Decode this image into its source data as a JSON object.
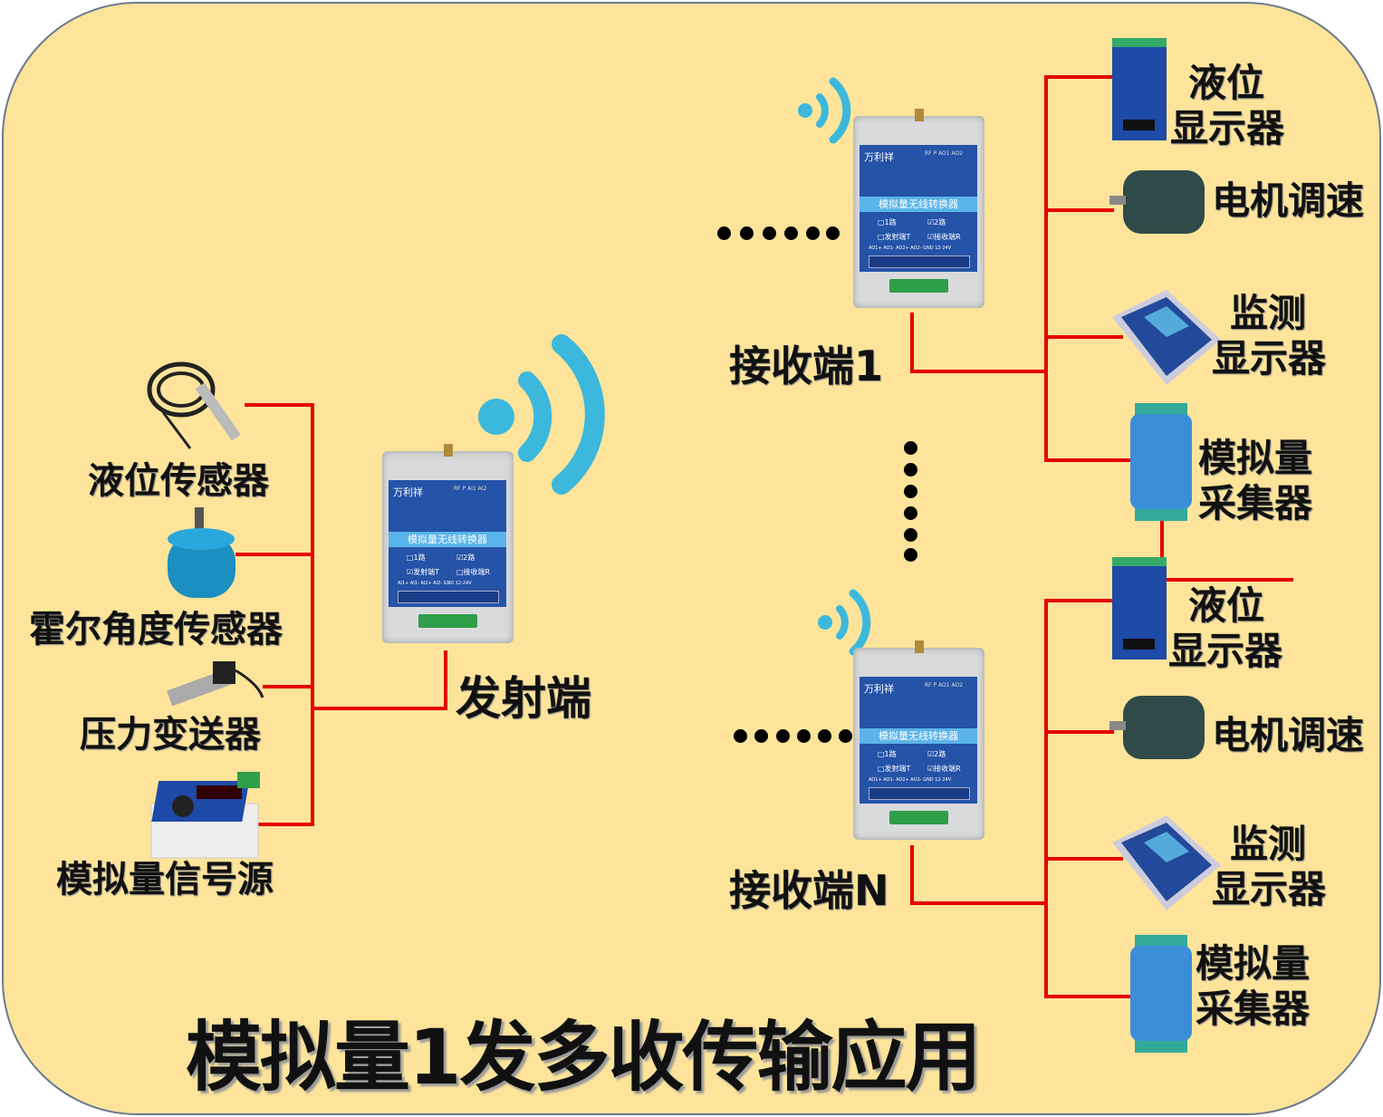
{
  "title": "模拟量1发多收传输应用",
  "transmitter": {
    "label": "发射端",
    "device": {
      "brand": "万利祥",
      "model": "模拟量无线转换器",
      "ch1": "□1路",
      "ch2": "☑2路",
      "tx": "☑发射端T",
      "rx": "□接收端R",
      "leds": "RF  P  AI1  AI2",
      "terminals": "AI1+ AI1- AI2+ AI2- GND 12-24V"
    }
  },
  "receiver_device": {
    "brand": "万利祥",
    "model": "模拟量无线转换器",
    "ch1": "□1路",
    "ch2": "☑2路",
    "tx": "□发射端T",
    "rx": "☑接收端R",
    "leds": "RF  P  AO1  AO2",
    "terminals": "AO1+ AO1- AO2+ AO2- GND 12-24V"
  },
  "receivers": [
    {
      "label": "接收端1"
    },
    {
      "label": "接收端N"
    }
  ],
  "inputs": [
    "液位传感器",
    "霍尔角度传感器",
    "压力变送器",
    "模拟量信号源"
  ],
  "outputs": [
    {
      "line1": "液位",
      "line2": "显示器"
    },
    {
      "line1": "电机调速"
    },
    {
      "line1": "监测",
      "line2": "显示器"
    },
    {
      "line1": "模拟量",
      "line2": "采集器"
    }
  ],
  "colors": {
    "background": "#fde49a",
    "wire": "#e60000",
    "wifi": "#3cb8dc"
  }
}
